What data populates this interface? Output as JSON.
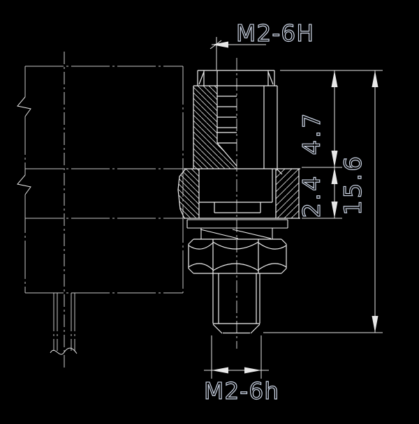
{
  "drawing": {
    "labels": {
      "top_thread_callout": "M2-6H",
      "bottom_thread_callout": "M2-6h"
    },
    "dimensions": {
      "upper_body_height": "4.7",
      "flange_thickness": "2.4",
      "overall_length": "15.6"
    },
    "colors": {
      "background": "#000000",
      "part_line": "#efefef",
      "phantom_line": "#c8c8c8",
      "dimension_line": "#e6e6e6",
      "text_stroke": "#cdd6e6"
    }
  }
}
